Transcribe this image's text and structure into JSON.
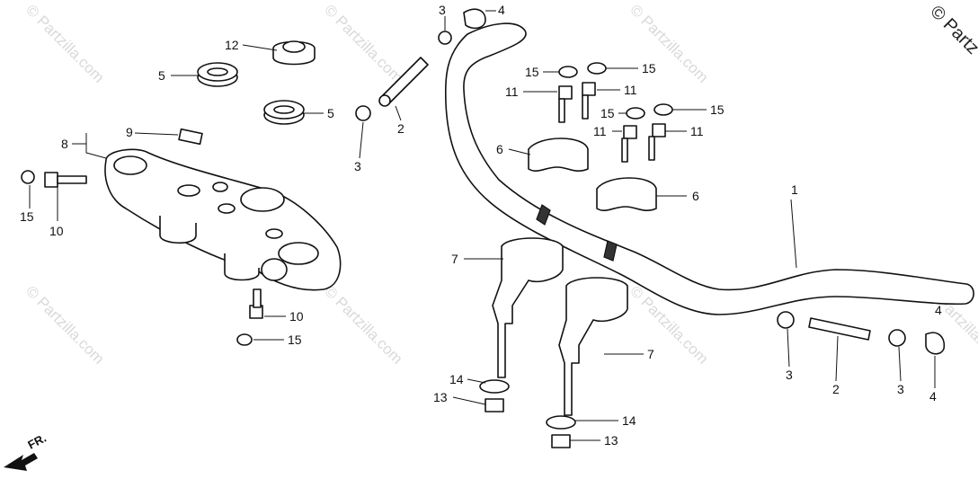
{
  "watermark_text": "© Partzilla.com",
  "corner_watermark": "© Partz",
  "direction_label": "FR.",
  "callouts": {
    "c1": "1",
    "c2a": "2",
    "c2b": "2",
    "c3a": "3",
    "c3b": "3",
    "c3c": "3",
    "c3d": "3",
    "c4a": "4",
    "c4b": "4",
    "c4c": "4",
    "c5a": "5",
    "c5b": "5",
    "c6a": "6",
    "c6b": "6",
    "c7a": "7",
    "c7b": "7",
    "c8": "8",
    "c9": "9",
    "c10a": "10",
    "c10b": "10",
    "c11a": "11",
    "c11b": "11",
    "c11c": "11",
    "c11d": "11",
    "c12": "12",
    "c13a": "13",
    "c13b": "13",
    "c14a": "14",
    "c14b": "14",
    "c15a": "15",
    "c15b": "15",
    "c15c": "15",
    "c15d": "15",
    "c15e": "15",
    "c15f": "15"
  }
}
